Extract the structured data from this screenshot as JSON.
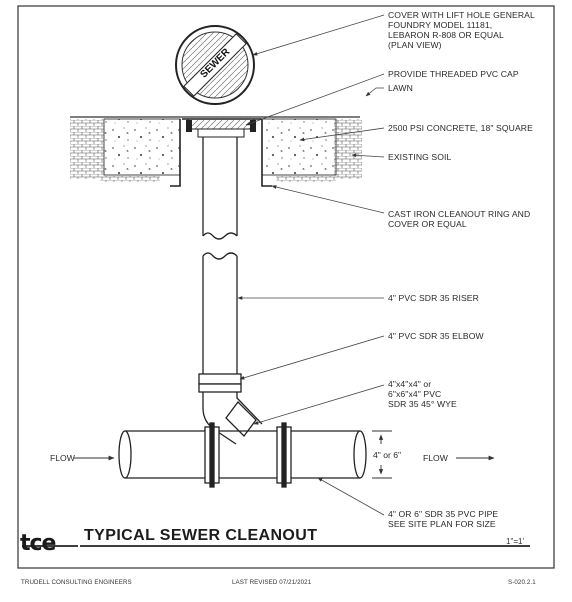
{
  "labels": {
    "cover": [
      "COVER WITH LIFT HOLE GENERAL",
      "FOUNDRY MODEL 11181,",
      "LEBARON R-808 OR EQUAL",
      "(PLAN VIEW)"
    ],
    "cap": "PROVIDE THREADED PVC CAP",
    "lawn": "LAWN",
    "concrete": "2500 PSI CONCRETE, 18\" SQUARE",
    "soil": "EXISTING SOIL",
    "ring": [
      "CAST IRON CLEANOUT RING AND",
      "COVER OR EQUAL"
    ],
    "riser": "4\" PVC SDR 35 RISER",
    "elbow": "4\" PVC SDR 35 ELBOW",
    "wye": [
      "4\"x4\"x4\" or",
      "6\"x6\"x4\" PVC",
      "SDR 35 45° WYE"
    ],
    "pipe": [
      "4\" OR 6\" SDR 35 PVC PIPE",
      "SEE SITE PLAN FOR SIZE"
    ],
    "flow_left": "FLOW",
    "flow_right": "FLOW",
    "dim": "4\" or 6\"",
    "sewer": "SEWER"
  },
  "title": "TYPICAL SEWER CLEANOUT",
  "scale": "1\"=1'",
  "logo": "tce",
  "footer": {
    "company": "TRUDELL CONSULTING ENGINEERS",
    "revised": "LAST REVISED 07/21/2021",
    "sheet": "S-020.2.1"
  }
}
